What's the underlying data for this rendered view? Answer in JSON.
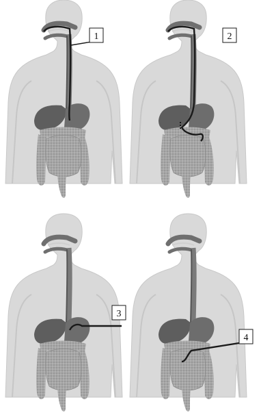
{
  "figures": [
    {
      "label": "1"
    },
    {
      "label": "2"
    },
    {
      "label": "3"
    },
    {
      "label": "4"
    }
  ],
  "colors": {
    "body": "#d9d9d9",
    "body_edge": "#bdbdbd",
    "organ_dark": "#5a5a5a",
    "organ_mid": "#8a8a8a",
    "intestine": "#a9a9a9",
    "tube": "#1a1a1a"
  }
}
